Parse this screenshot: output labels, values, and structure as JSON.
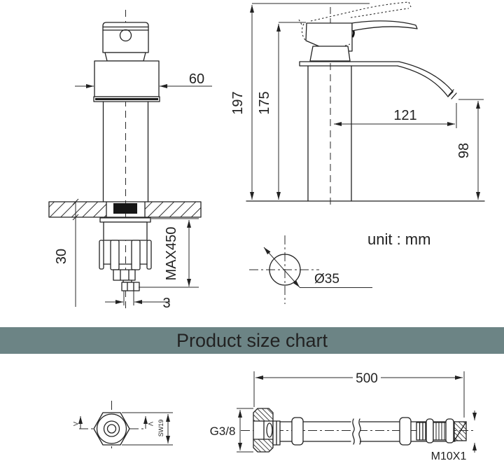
{
  "banner": {
    "title": "Product size chart",
    "bg_color": "#6c8485",
    "text_color": "#ffffff"
  },
  "drawing": {
    "unit_note": "unit : mm",
    "front_view": {
      "body_width": "60",
      "counter_thickness": "30",
      "max_mount_thickness": "MAX450",
      "rod_diameter": "3"
    },
    "side_view": {
      "total_height": "197",
      "body_height": "175",
      "spout_reach": "121",
      "outlet_height": "98"
    },
    "hole_detail": {
      "diameter": "Ø35"
    },
    "hose_view": {
      "length": "500",
      "inlet_thread": "G3/8",
      "outlet_thread": "M10X1"
    },
    "nut_view": {
      "wrench_size": "SW19",
      "section_marker_left": "V",
      "section_marker_right": "V"
    }
  }
}
